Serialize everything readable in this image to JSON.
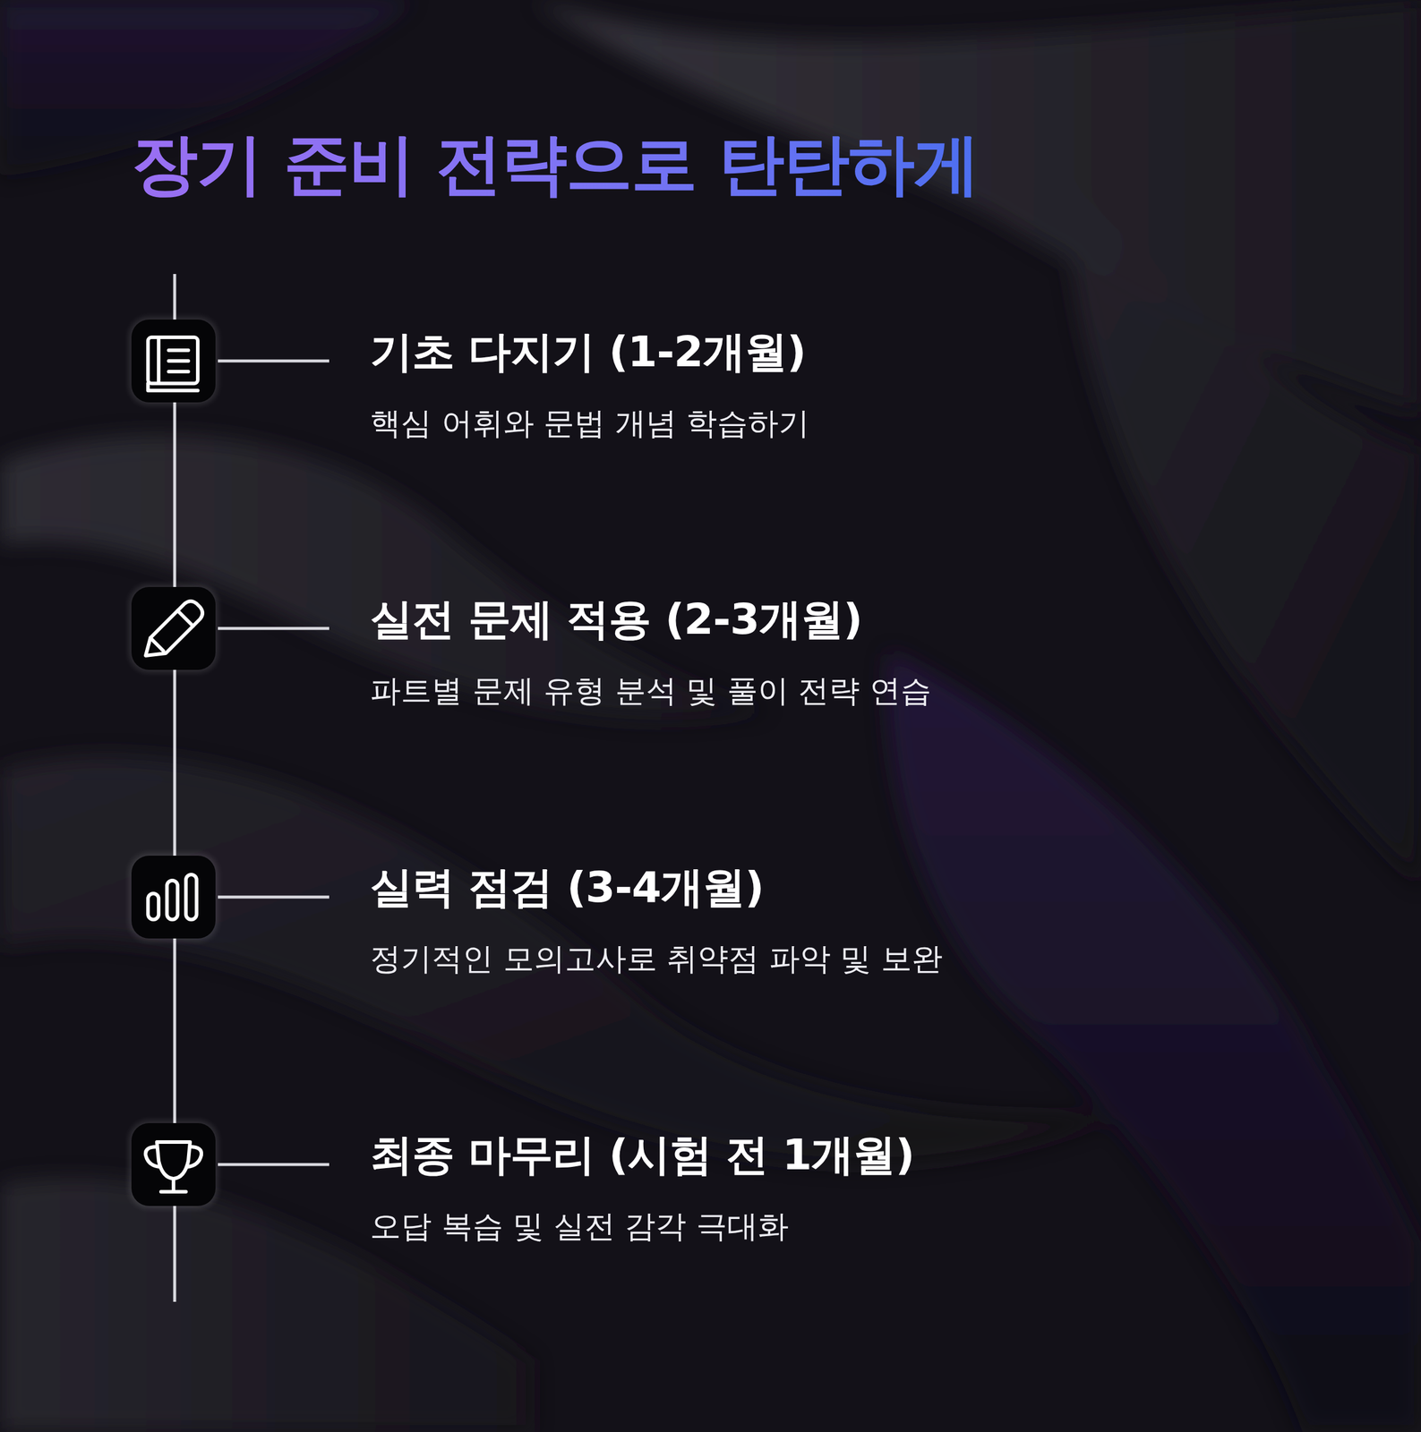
{
  "diagram": {
    "title": "장기 준비 전략으로 탄탄하게",
    "nodes": [
      {
        "text": [
          "기초 다지기 (1-2개월)",
          "핵심 어휘와 문법 개념 학습하기"
        ]
      },
      {
        "text": [
          "실전 문제 적용 (2-3개월)",
          "파트별 문제 유형 분석 및 풀이 전략 연습"
        ]
      },
      {
        "text": [
          "실력 점검 (3-4개월)",
          "정기적인 모의고사로 취약점 파악 및 보완"
        ]
      },
      {
        "text": [
          "최종 마무리 (시험 전 1개월)",
          "오답 복습 및 실전 감각 극대화"
        ]
      }
    ]
  }
}
